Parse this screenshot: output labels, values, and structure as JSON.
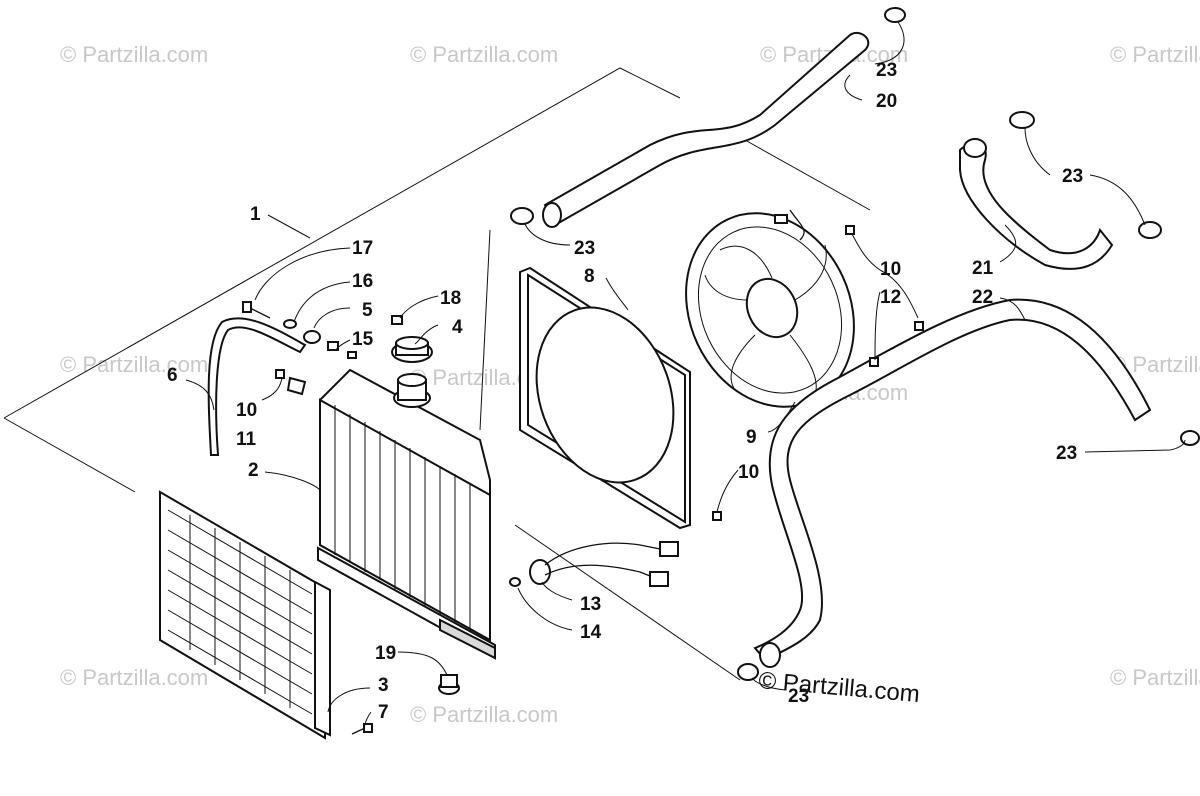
{
  "watermark": {
    "text": "© Partzilla.com"
  },
  "brand_text": "© Partzilla.com",
  "callouts": {
    "c1": "1",
    "c2": "2",
    "c3": "3",
    "c4": "4",
    "c5": "5",
    "c6": "6",
    "c7": "7",
    "c8": "8",
    "c9": "9",
    "c10a": "10",
    "c10b": "10",
    "c10c": "10",
    "c11": "11",
    "c12": "12",
    "c13": "13",
    "c14": "14",
    "c15": "15",
    "c16": "16",
    "c17": "17",
    "c18": "18",
    "c19": "19",
    "c20": "20",
    "c21": "21",
    "c22": "22",
    "c23a": "23",
    "c23b": "23",
    "c23c": "23",
    "c23d": "23",
    "c23e": "23"
  }
}
